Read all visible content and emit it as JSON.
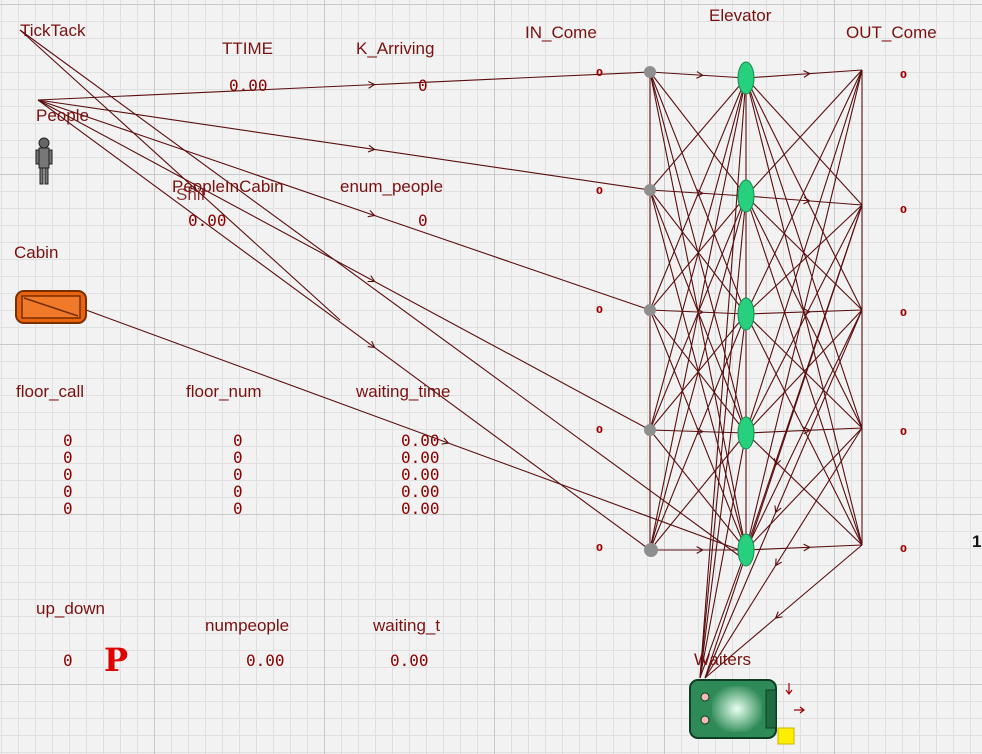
{
  "colors": {
    "arc": "#5a0e0e",
    "label": "#7a1111",
    "value": "#8b0000",
    "place": "#26d07c",
    "cabin": "#e8650c",
    "bottom_place": "#9e9e9e"
  },
  "labels": {
    "ticktack": "TickTack",
    "people": "People",
    "cabin": "Cabin",
    "ttime": "TTIME",
    "k_arriving": "K_Arriving",
    "people_in_cabin": "PeopleInCabin",
    "shift": "Shif",
    "enum_people": "enum_people",
    "in_come": "IN_Come",
    "elevator": "Elevator",
    "out_come": "OUT_Come",
    "floor_call": "floor_call",
    "floor_num": "floor_num",
    "waiting_time": "waiting_time",
    "up_down": "up_down",
    "numpeople": "numpeople",
    "waiting_t": "waiting_t",
    "waiters": "Waiters",
    "p_glyph": "P",
    "edge_one": "1"
  },
  "values": {
    "ttime": "0.00",
    "k_arriving": "0",
    "people_in_cabin": "0.00",
    "enum_people": "0",
    "floor_call": [
      "0",
      "0",
      "0",
      "0",
      "0"
    ],
    "floor_num": [
      "0",
      "0",
      "0",
      "0",
      "0"
    ],
    "waiting_time": [
      "0.00",
      "0.00",
      "0.00",
      "0.00",
      "0.00"
    ],
    "up_down": "0",
    "numpeople": "0.00",
    "waiting_t": "0.00"
  },
  "tokens": {
    "in_come": [
      "0",
      "0",
      "0",
      "0",
      "0"
    ],
    "out_come": [
      "0",
      "0",
      "0",
      "0",
      "0"
    ]
  },
  "icons": {
    "people": "person-icon",
    "cabin": "cabin-icon",
    "waiters": "waiters-icon",
    "elevator": "elevator-place-icon"
  }
}
